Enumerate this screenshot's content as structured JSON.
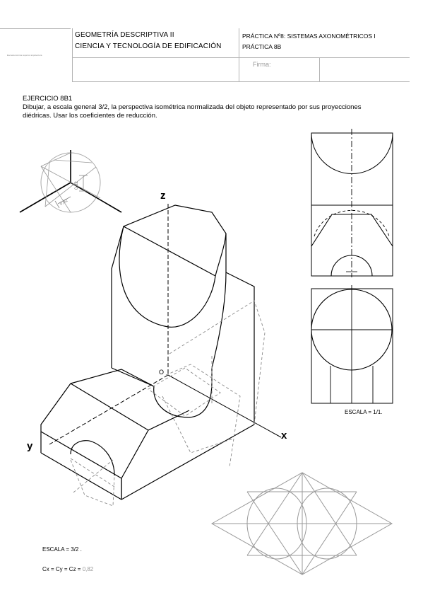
{
  "header": {
    "subject_line1": "GEOMETRÍA DESCRIPTIVA II",
    "subject_line2": "CIENCIA Y TECNOLOGÍA DE EDIFICACIÓN",
    "practice_line1": "PRÁCTICA Nº8: SISTEMAS AXONOMÉTRICOS I",
    "practice_line2": "PRÁCTICA 8B",
    "logo_text": "Escuela técnica superior arquitectura",
    "signature_label": "Firma:"
  },
  "exercise": {
    "title": "EJERCICIO 8B1",
    "statement": "Dibujar, a escala general 3/2, la perspectiva isométrica normalizada del objeto representado por sus proyecciones diédricas. Usar los coeficientes de reducción."
  },
  "drawing": {
    "axis_z": "z",
    "axis_y": "y",
    "axis_x": "x",
    "origin": "O",
    "coef_label_1": "0,82",
    "coef_label_2": "0,82"
  },
  "notes": {
    "scale_views": "ESCALA = 1/1.",
    "scale_general": "ESCALA = 3/2 .",
    "coefficients_prefix": "Cx = Cy = Cz = ",
    "coefficients_value": "0,82"
  }
}
